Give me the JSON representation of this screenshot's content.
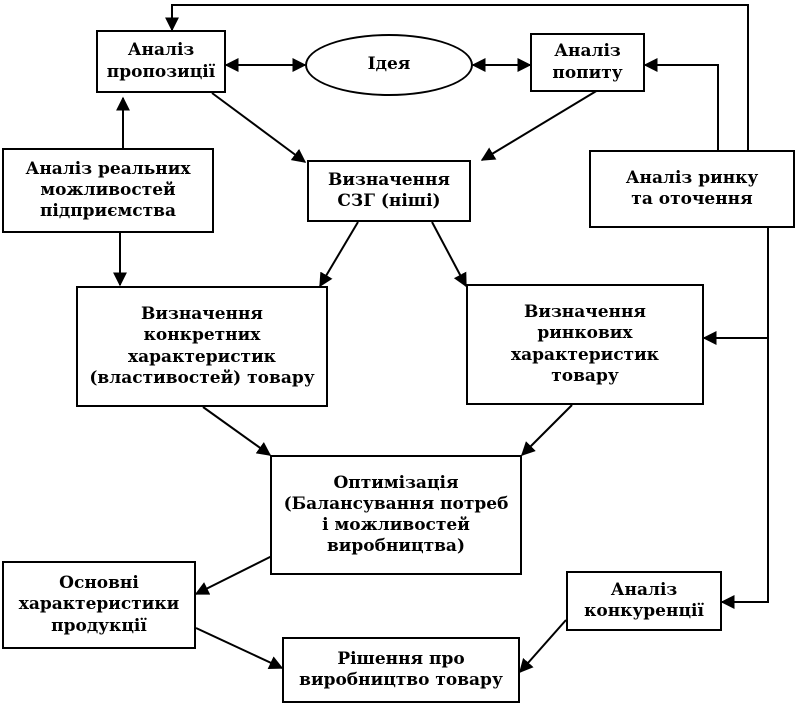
{
  "nodes": {
    "analiz_propozytsii": "Аналіз\nпропозиції",
    "ideia": "Ідея",
    "analiz_popytu": "Аналіз\nпопиту",
    "analiz_mozhlyvostei": "Аналіз реальних\nможливостей\nпідприємства",
    "vyznachennia_szg": "Визначення\nСЗГ (ніші)",
    "analiz_rynku": "Аналіз ринку\nта оточення",
    "konkretni_kharakterystyky": "Визначення\nконкретних\nхарактеристик\n(властивостей) товару",
    "rynkovi_kharakterystyky": "Визначення\nринкових\nхарактеристик\nтовару",
    "optymizatsiia": "Оптимізація\n(Балансування потреб\nі можливостей\nвиробництва)",
    "osnovni_kharakterystyky": "Основні\nхарактеристики\nпродукції",
    "analiz_konkurentsii": "Аналіз\nконкуренції",
    "rishennia": "Рішення про\nвиробництво товару"
  }
}
